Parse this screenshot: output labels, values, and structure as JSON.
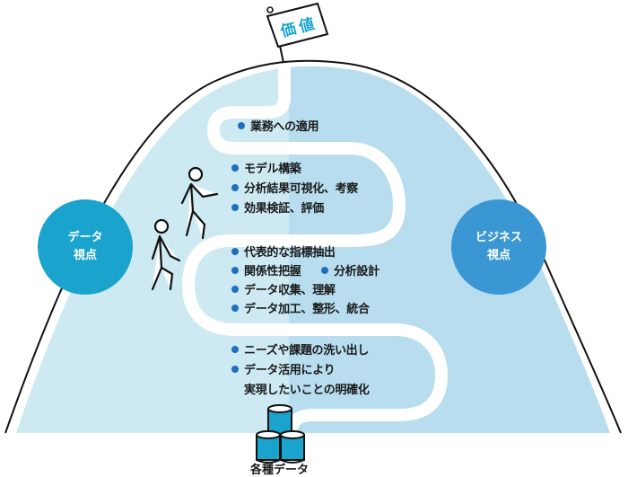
{
  "goal": {
    "flag_label": "価値"
  },
  "perspectives": {
    "left": {
      "line1": "データ",
      "line2": "視点",
      "color": "#1aa3cc"
    },
    "right": {
      "line1": "ビジネス",
      "line2": "視点",
      "color": "#3a97d4"
    }
  },
  "colors": {
    "mountain_left": "#cdeaf3",
    "mountain_right": "#b7ddee",
    "road": "#ffffff",
    "bullet": "#1e6fc0",
    "cylinder_fill": "#1aa3cc"
  },
  "stages": [
    {
      "name": "stage-4",
      "items": [
        "業務への適用"
      ]
    },
    {
      "name": "stage-3",
      "items": [
        "モデル構築",
        "分析結果可視化、考察",
        "効果検証、評価"
      ]
    },
    {
      "name": "stage-2",
      "items": [
        "代表的な指標抽出",
        "関係性把握",
        "分析設計",
        "データ収集、理解",
        "データ加工、整形、統合"
      ]
    },
    {
      "name": "stage-1",
      "items": [
        "ニーズや課題の洗い出し",
        "データ活用により",
        "実現したいことの明確化"
      ]
    }
  ],
  "base": {
    "caption": "各種データ"
  },
  "figures": [
    "walking-person",
    "walking-person"
  ]
}
